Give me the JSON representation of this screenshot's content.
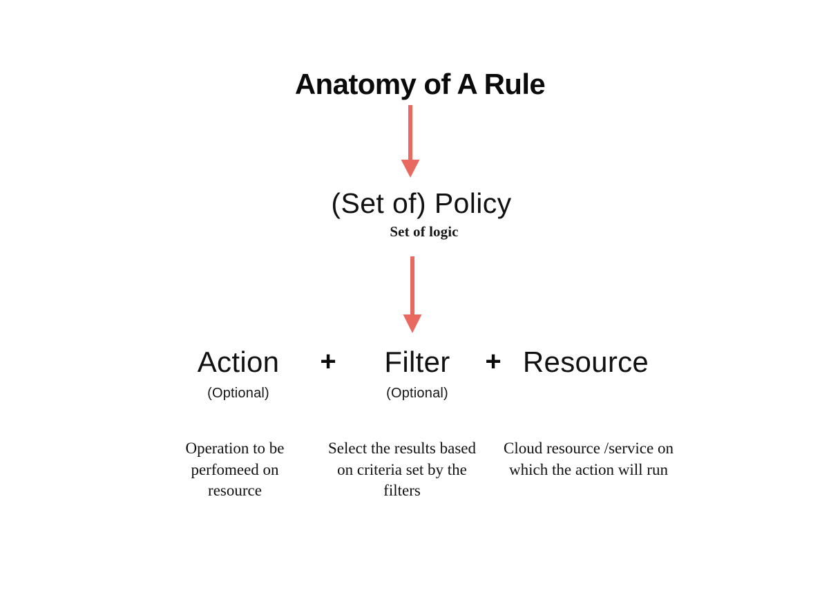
{
  "page": {
    "title": "Anatomy of A Rule",
    "background_color": "#ffffff",
    "text_color": "#0d0d0d",
    "arrow_color": "#e8695f"
  },
  "flow": {
    "level_1": {
      "heading": "Anatomy of A Rule"
    },
    "arrow_1": {
      "name": "arrow-down",
      "color": "#e8695f"
    },
    "level_2": {
      "heading": "(Set of) Policy",
      "subtitle": "Set of logic"
    },
    "arrow_2": {
      "name": "arrow-down",
      "color": "#e8695f"
    },
    "level_3": {
      "operators": [
        "+",
        "+"
      ],
      "terms": [
        {
          "label": "Action",
          "optional": "(Optional)",
          "description": "Operation to be perfomeed on resource"
        },
        {
          "label": "Filter",
          "optional": "(Optional)",
          "description": "Select the results based on criteria set by the filters"
        },
        {
          "label": "Resource",
          "optional": "",
          "description": "Cloud resource /service on which the action will run"
        }
      ]
    }
  }
}
